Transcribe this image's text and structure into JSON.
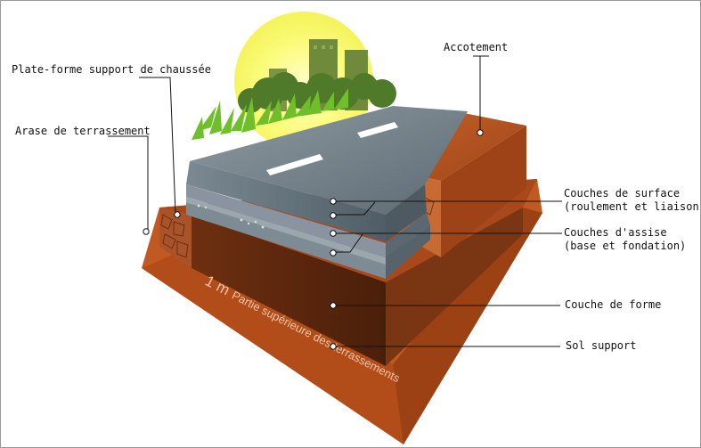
{
  "labels": {
    "accotement": "Accotement",
    "plateforme": "Plate-forme support de chaussée",
    "arase": "Arase de terrassement",
    "couches_surface_1": "Couches de surface",
    "couches_surface_2": "(roulement et liaison)",
    "couches_assise_1": "Couches d'assise",
    "couches_assise_2": "(base et fondation)",
    "couche_forme": "Couche de forme",
    "sol_support": "Sol support",
    "embankment_text": "Partie supérieure des terrassements",
    "depth_text": "1 m"
  }
}
